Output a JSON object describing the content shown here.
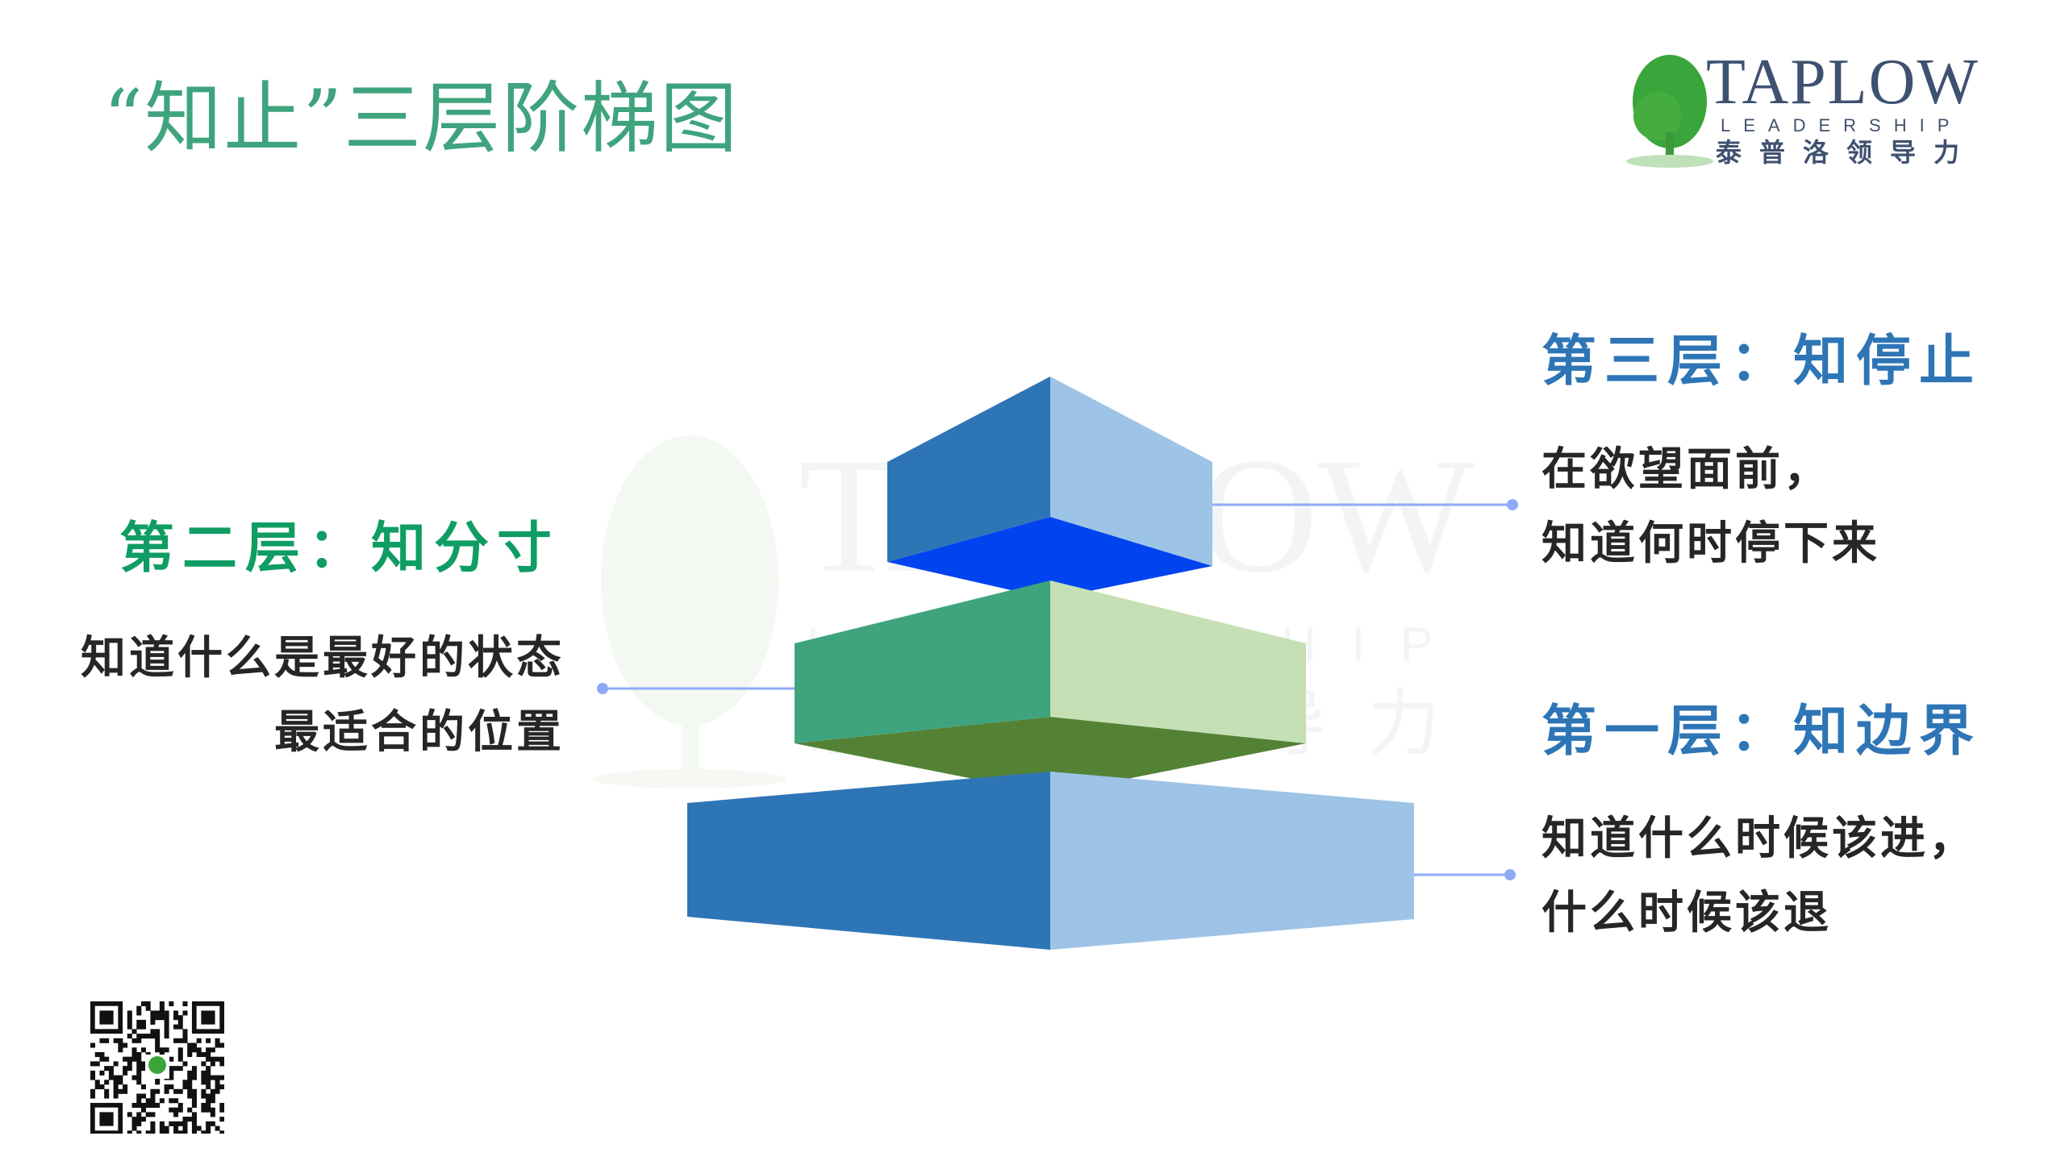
{
  "title": "“知止”三层阶梯图",
  "logo": {
    "name": "TAPLOW",
    "sub": "LEADERSHIP",
    "cn": "泰普洛领导力"
  },
  "watermark": {
    "name": "TAPLOW",
    "sub": "LEADERSHIP",
    "cn": "泰普洛领导力"
  },
  "levels": [
    {
      "heading": "第一层：知边界",
      "lines": [
        "知道什么时候该进，",
        "什么时候该退"
      ],
      "color": "#2e75b6"
    },
    {
      "heading": "第二层：知分寸",
      "lines": [
        "知道什么是最好的状态",
        "最适合的位置"
      ],
      "color": "#0f9d63"
    },
    {
      "heading": "第三层：知停止",
      "lines": [
        "在欲望面前，",
        "知道何时停下来"
      ],
      "color": "#2e75b6"
    }
  ],
  "colors": {
    "title": "#3fa47e",
    "block_dark_blue": "#2e75b6",
    "block_light_blue": "#9dc3e6",
    "block_bright_blue": "#0044f0",
    "block_green": "#3fa47e",
    "block_light_green": "#c5e0b4",
    "block_olive": "#548235",
    "connector": "#8faaf5"
  },
  "icons": {
    "logo": "tree-icon",
    "qr": "qr-code"
  }
}
